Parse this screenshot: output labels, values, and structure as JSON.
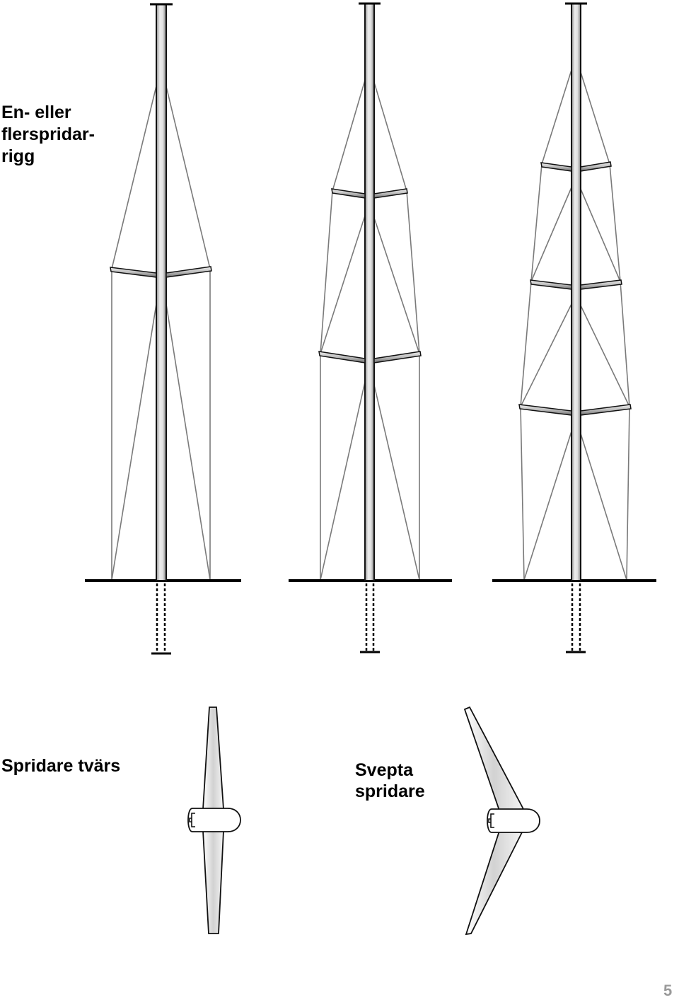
{
  "heading": {
    "line1": "En- eller",
    "line2": "flerspridar-",
    "line3": "rigg"
  },
  "spreader_transverse_label": "Spridare tvärs",
  "spreader_swept_label": {
    "line1": "Svepta",
    "line2": "spridare"
  },
  "page_number": "5",
  "colors": {
    "mast_fill": "#d4d4d4",
    "mast_outline": "#1a1a1a",
    "stay": "#7a7a7a",
    "spreader_fill": "#d8d8d8",
    "page_number": "#9a9a9a"
  },
  "rigs": [
    {
      "name": "single-spreader-rig",
      "spreader_count": 1
    },
    {
      "name": "double-spreader-rig",
      "spreader_count": 2
    },
    {
      "name": "triple-spreader-rig",
      "spreader_count": 3
    }
  ],
  "spreader_views": [
    {
      "name": "transverse-spreader",
      "swept": false
    },
    {
      "name": "swept-spreader",
      "swept": true
    }
  ]
}
